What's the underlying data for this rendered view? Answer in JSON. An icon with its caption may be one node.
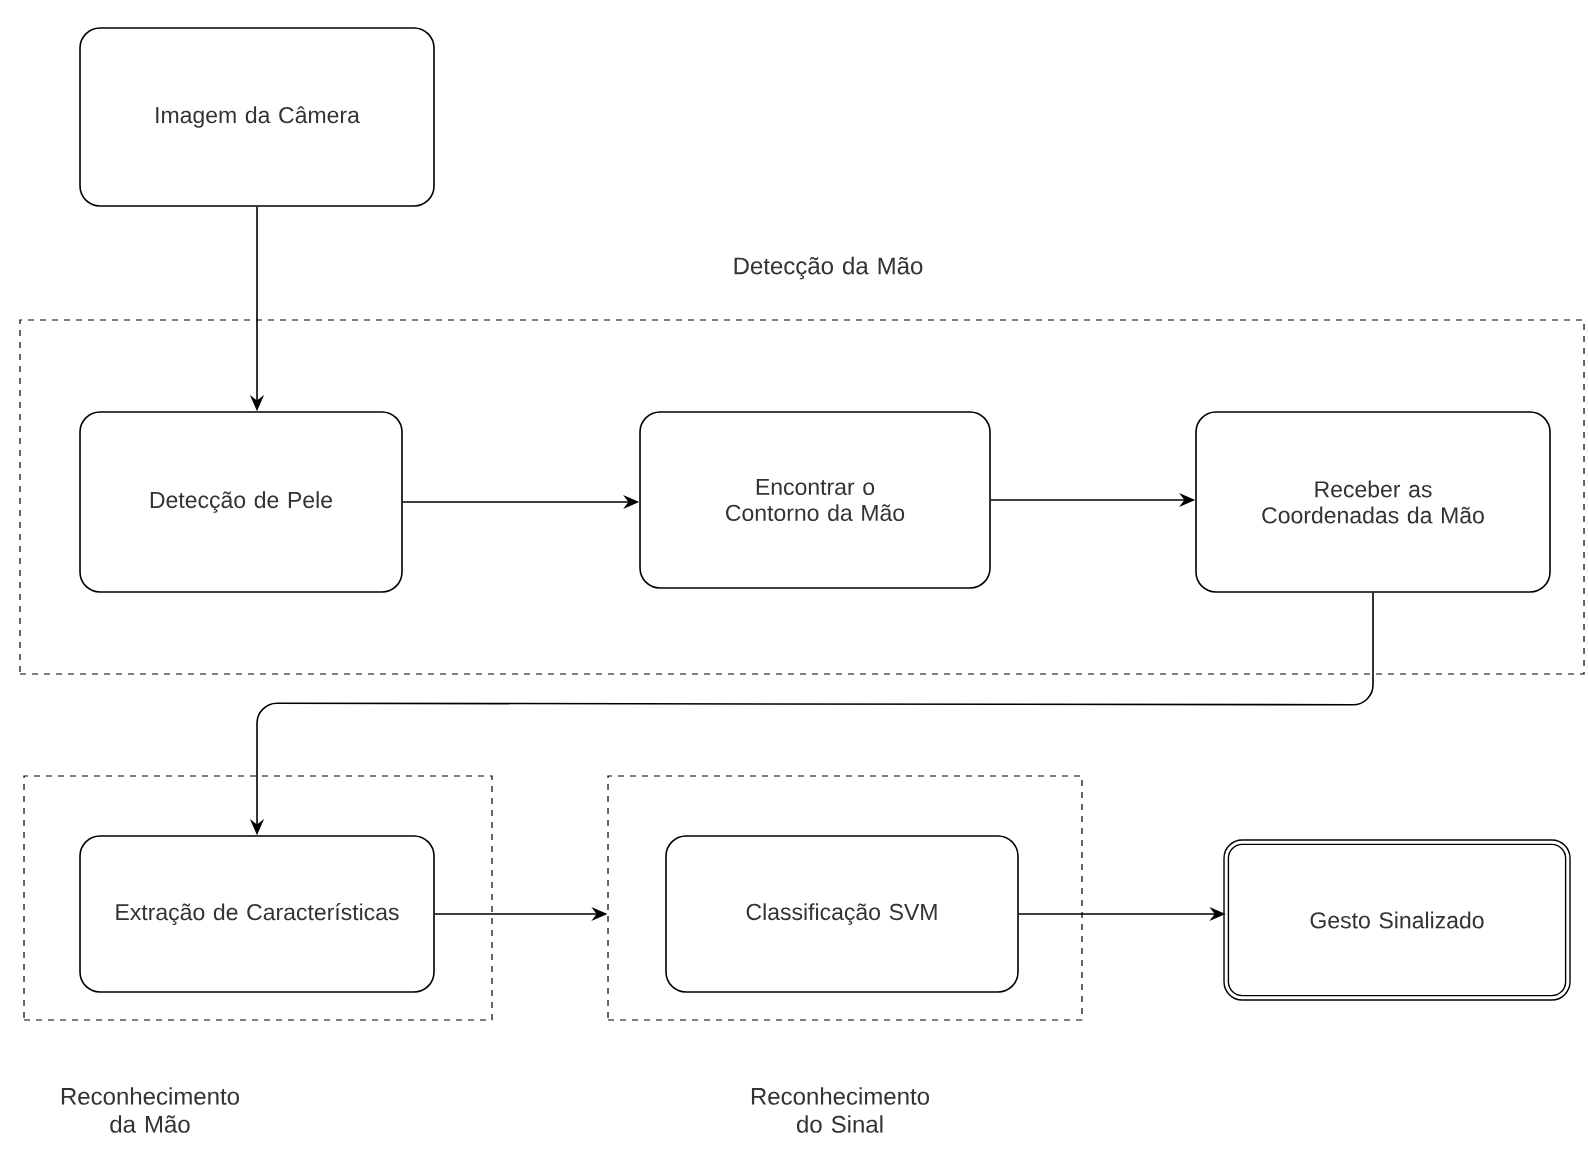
{
  "diagram": {
    "nodes": [
      {
        "text": [
          "Imagem da Câmera"
        ]
      },
      {
        "text": [
          "Detecção da Mão"
        ]
      },
      {
        "text": [
          "Detecção de Pele"
        ],
        "in": 1
      },
      {
        "text": [
          "Encontrar o Contorno da Mão"
        ],
        "in": 1
      },
      {
        "text": [
          "Receber as Coordenadas da Mão"
        ],
        "in": 1
      },
      {
        "text": [
          "Reconhecimento da Mão"
        ]
      },
      {
        "text": [
          "Extração de Características"
        ],
        "in": 5
      },
      {
        "text": [
          "Reconhecimento do Sinal"
        ]
      },
      {
        "text": [
          "Classificação SVM"
        ],
        "in": 7
      },
      {
        "text": [
          "Gesto Sinalizado"
        ]
      }
    ],
    "edges": [
      {
        "from": 0,
        "to": 2,
        "arrow": "to"
      },
      {
        "from": 2,
        "to": 3,
        "arrow": "to"
      },
      {
        "from": 3,
        "to": 4,
        "arrow": "to"
      },
      {
        "from": 4,
        "to": 6,
        "arrow": "to"
      },
      {
        "from": 6,
        "to": 7,
        "arrow": "to"
      },
      {
        "from": 8,
        "to": 9,
        "arrow": "to"
      }
    ]
  }
}
